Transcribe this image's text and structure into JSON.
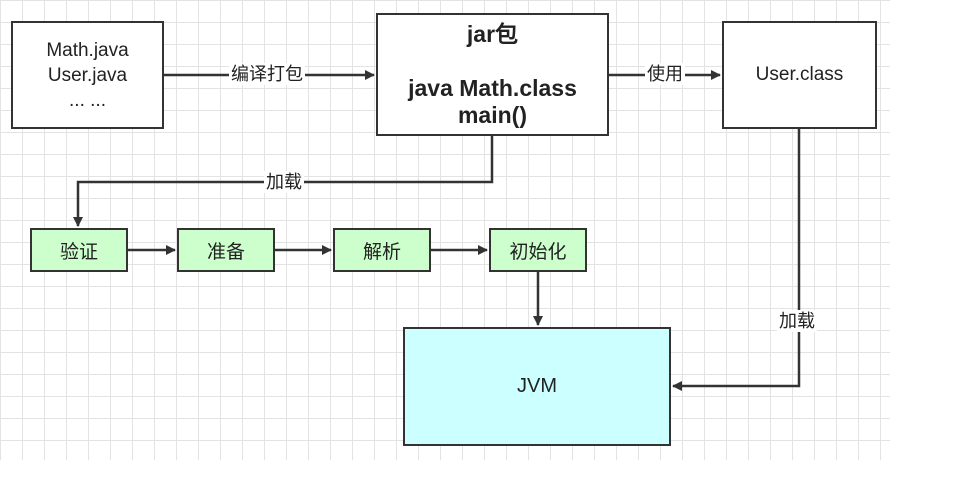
{
  "nodes": {
    "source_files": {
      "lines": [
        "Math.java",
        "User.java",
        "... ..."
      ]
    },
    "jar_package": {
      "title": "jar包",
      "lines": [
        "java Math.class",
        "main()"
      ]
    },
    "user_class": {
      "label": "User.class"
    },
    "steps": [
      "验证",
      "准备",
      "解析",
      "初始化"
    ],
    "jvm": {
      "label": "JVM"
    }
  },
  "edge_labels": {
    "compile_package": "编译打包",
    "use": "使用",
    "load_from_jar": "加载",
    "load_user_class": "加载"
  },
  "colors": {
    "step_fill": "#ccffcc",
    "jvm_fill": "#ccffff",
    "stroke": "#333333",
    "grid": "#e3e3e3"
  }
}
